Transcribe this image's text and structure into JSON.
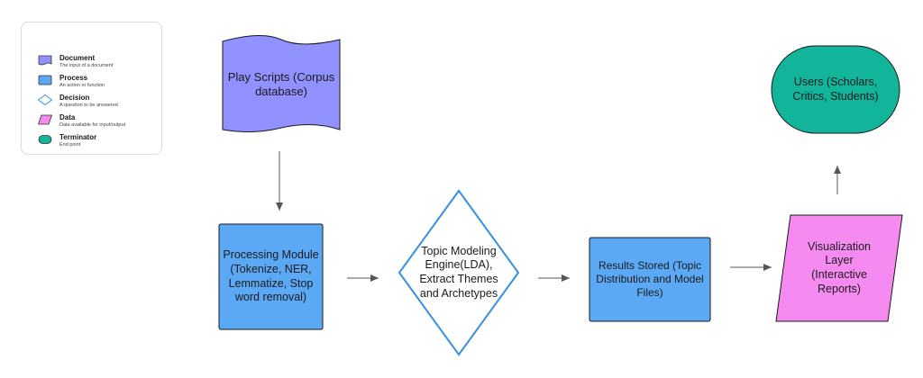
{
  "legend": {
    "items": [
      {
        "title": "Document",
        "desc": "The input of a document",
        "icon": "document-icon",
        "color": "#9191ff"
      },
      {
        "title": "Process",
        "desc": "An action or function",
        "icon": "process-icon",
        "color": "#5ba8f5"
      },
      {
        "title": "Decision",
        "desc": "A question to be answered",
        "icon": "decision-icon",
        "color": "#3b8fe0"
      },
      {
        "title": "Data",
        "desc": "Data available for input/output",
        "icon": "data-icon",
        "color": "#f58bf0"
      },
      {
        "title": "Terminator",
        "desc": "End point",
        "icon": "terminator-icon",
        "color": "#12b59a"
      }
    ]
  },
  "nodes": {
    "play_scripts": "Play Scripts (Corpus database)",
    "processing": "Processing Module (Tokenize, NER, Lemmatize, Stop word removal)",
    "topic_modeling": "Topic Modeling Engine(LDA), Extract Themes and Archetypes",
    "results": "Results Stored (Topic Distribution and Model Files)",
    "visualization": "Visualization Layer (Interactive Reports)",
    "users": "Users (Scholars, Critics, Students)"
  },
  "colors": {
    "document": "#9191ff",
    "process": "#5ba8f5",
    "decision_stroke": "#3b8fe0",
    "data": "#f58bf0",
    "terminator": "#12b59a",
    "arrow": "#555555"
  }
}
